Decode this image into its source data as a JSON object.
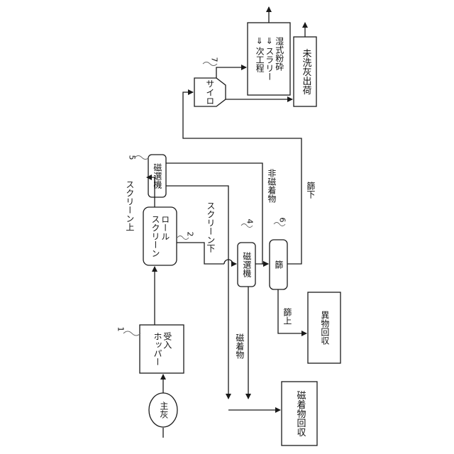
{
  "nodes": {
    "main_ash": "主灰",
    "hopper": [
      "受入",
      "ホッパー"
    ],
    "roll_screen": [
      "ロール",
      "スクリーン"
    ],
    "magsep_upper": "磁選機",
    "magsep_lower": "磁選機",
    "sieve": "篩",
    "silo": [
      "サ",
      "イ",
      "ロ"
    ],
    "wet_grinding": [
      "湿式粉砕",
      "⇒ スラリー",
      "⇒ 次工程"
    ],
    "unwashed_ash": "未洗灰出荷",
    "foreign_recovery": "異物回収",
    "magnetic_recovery": "磁着物回収"
  },
  "numbers": {
    "n1": "1",
    "n2": "2",
    "n4": "4",
    "n5": "5",
    "n6": "6",
    "n7": "7"
  },
  "edge_labels": {
    "screen_over": "スクリーン上",
    "screen_under": "スクリーン下",
    "non_magnetic": "非磁着物",
    "magnetic": "磁着物",
    "sieve_over": "篩上",
    "sieve_under": "篩下"
  }
}
